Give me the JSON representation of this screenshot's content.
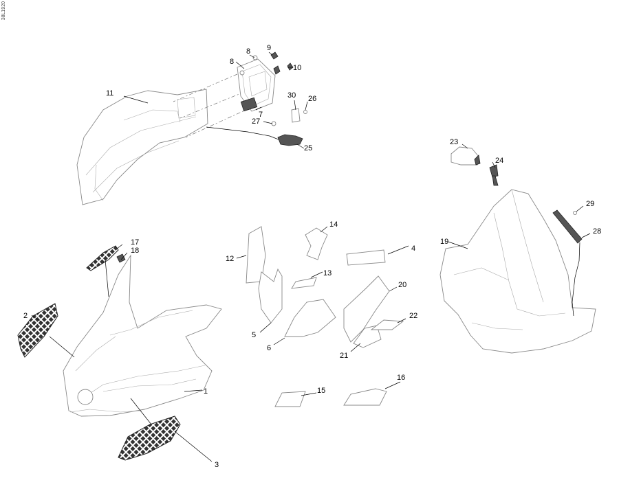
{
  "figure_code": "38L1920",
  "callouts": [
    "1",
    "2",
    "3",
    "4",
    "5",
    "6",
    "7",
    "8",
    "8",
    "9",
    "10",
    "11",
    "12",
    "13",
    "14",
    "15",
    "16",
    "17",
    "18",
    "19",
    "20",
    "21",
    "22",
    "23",
    "24",
    "25",
    "26",
    "27",
    "28",
    "29",
    "30"
  ]
}
